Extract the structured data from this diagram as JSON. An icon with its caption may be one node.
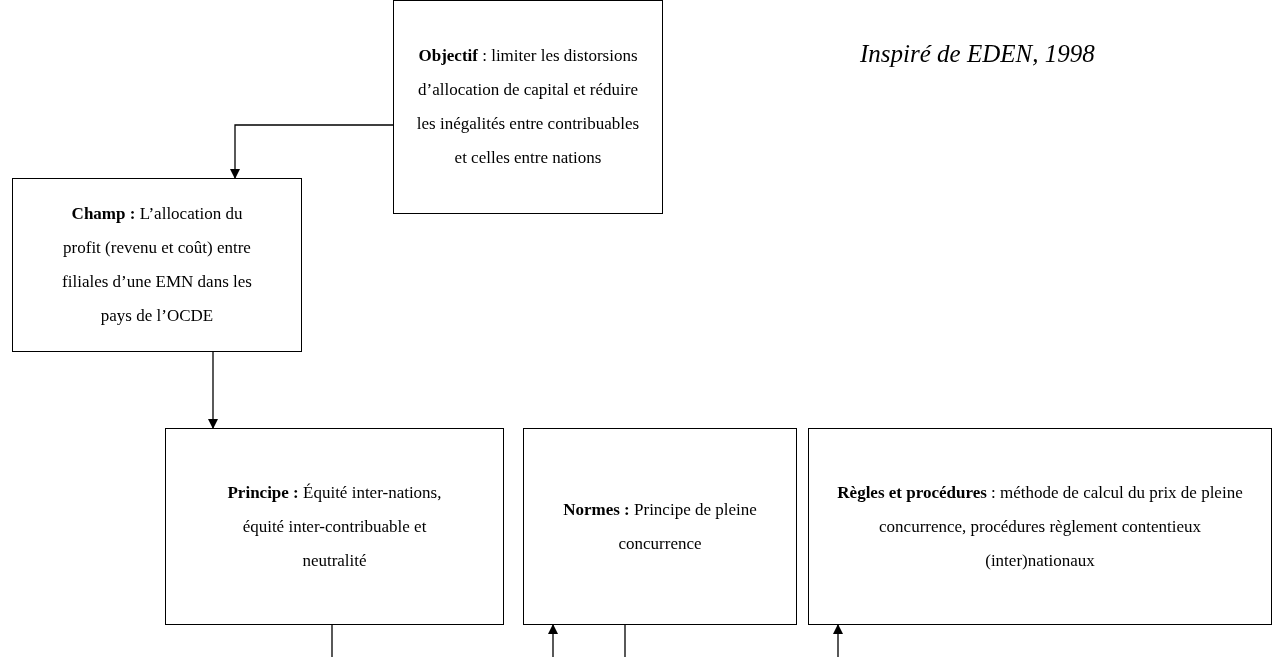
{
  "diagram": {
    "nodes": [
      {
        "text": [
          "**Objectif** : limiter les distorsions d’allocation de capital et réduire les inégalités entre contribuables et celles entre nations"
        ]
      },
      {
        "text": [
          "**Champ :** L’allocation du profit (revenu et coût) entre filiales d’une EMN dans les pays de l’OCDE"
        ]
      },
      {
        "text": [
          "**Principe :** Équité inter-nations, équité inter-contribuable et neutralité"
        ]
      },
      {
        "text": [
          "**Normes :** Principe de pleine concurrence"
        ]
      },
      {
        "text": [
          "**Règles et procédures** : méthode de calcul du prix de pleine concurrence, procédures règlement contentieux (inter)nationaux"
        ]
      }
    ],
    "edges": [
      {
        "from": 0,
        "to": 1,
        "arrow": "to"
      },
      {
        "from": 1,
        "to": 2,
        "arrow": "to"
      },
      {
        "from": 2,
        "to": 3,
        "arrow": "to"
      },
      {
        "from": 3,
        "to": 4,
        "arrow": "to"
      }
    ],
    "labels": [
      "Inspiré de EDEN, 1998"
    ]
  }
}
